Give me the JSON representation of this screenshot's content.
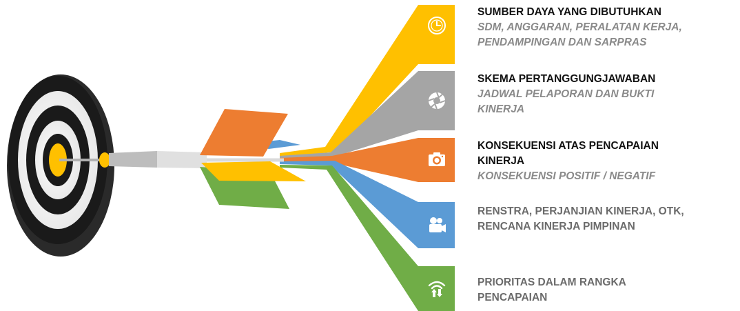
{
  "colors": {
    "yellow": "#ffc000",
    "gray": "#a5a5a5",
    "orange": "#ed7d31",
    "blue": "#5b9bd5",
    "green": "#70ad47"
  },
  "items": [
    {
      "color": "#ffc000",
      "icon": "clock-icon",
      "heading": "SUMBER DAYA YANG DIBUTUHKAN",
      "sub_lines": [
        "SDM, ANGGARAN, PERALATAN KERJA,",
        "PENDAMPINGAN DAN SARPRAS"
      ]
    },
    {
      "color": "#a5a5a5",
      "icon": "aperture-icon",
      "heading": "SKEMA PERTANGGUNGJAWABAN",
      "sub_lines": [
        "JADWAL PELAPORAN DAN BUKTI",
        "KINERJA"
      ]
    },
    {
      "color": "#ed7d31",
      "icon": "camera-icon",
      "heading_lines": [
        "KONSEKUENSI ATAS PENCAPAIAN",
        "KINERJA"
      ],
      "sub": "KONSEKUENSI POSITIF / NEGATIF"
    },
    {
      "color": "#5b9bd5",
      "icon": "film-camera-icon",
      "plain_lines": [
        "RENSTRA, PERJANJIAN KINERJA, OTK,",
        "RENCANA KINERJA PIMPINAN"
      ]
    },
    {
      "color": "#70ad47",
      "icon": "wifi-signal-icon",
      "plain_lines": [
        "PRIORITAS DALAM RANGKA",
        "PENCAPAIAN"
      ]
    }
  ]
}
